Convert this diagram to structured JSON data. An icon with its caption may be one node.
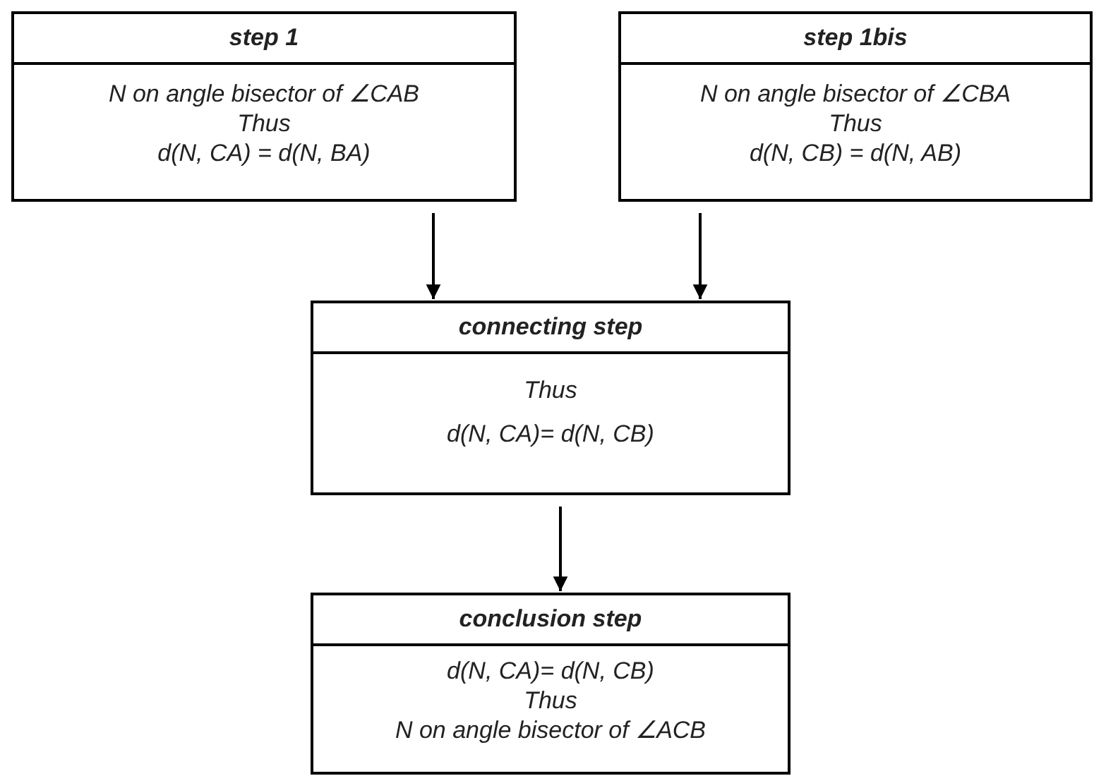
{
  "diagram": {
    "nodes": [
      {
        "text": [
          "step 1",
          "N on angle bisector of ∠CAB",
          "Thus",
          "d(N, CA) = d(N, BA)"
        ]
      },
      {
        "text": [
          "step 1bis",
          "N on angle bisector of ∠CBA",
          "Thus",
          "d(N, CB) = d(N, AB)"
        ]
      },
      {
        "text": [
          "connecting step",
          "Thus",
          "d(N, CA)= d(N, CB)"
        ]
      },
      {
        "text": [
          "conclusion step",
          "d(N, CA)= d(N, CB)",
          "Thus",
          "N on angle bisector of ∠ACB"
        ]
      }
    ],
    "edges": [
      {
        "from": 0,
        "to": 2,
        "arrow": "to"
      },
      {
        "from": 1,
        "to": 2,
        "arrow": "to"
      },
      {
        "from": 2,
        "to": 3,
        "arrow": "to"
      }
    ]
  }
}
